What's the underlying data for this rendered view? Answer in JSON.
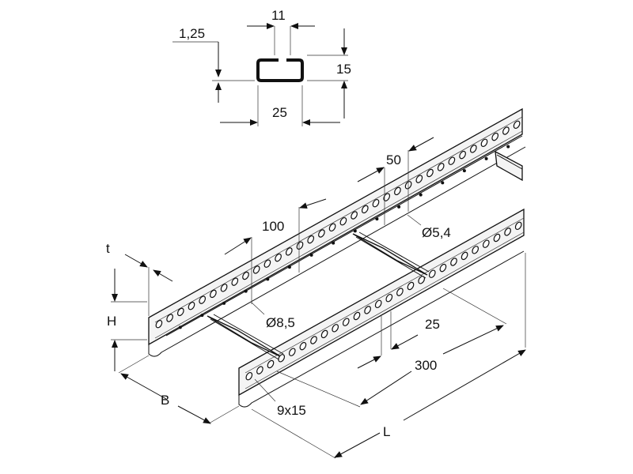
{
  "profile": {
    "width": "11",
    "thickness": "1,25",
    "depth": "15",
    "base": "25"
  },
  "tray": {
    "hole_pitch": "50",
    "rung_pitch_label": "100",
    "small_hole": "5,4",
    "large_hole": "8,5",
    "rung_width": "25",
    "rung_spacing": "300",
    "slot": "9x15",
    "sheet_thickness": "t",
    "height": "H",
    "width": "B",
    "length": "L"
  },
  "symbols": {
    "diameter": "Ø"
  }
}
